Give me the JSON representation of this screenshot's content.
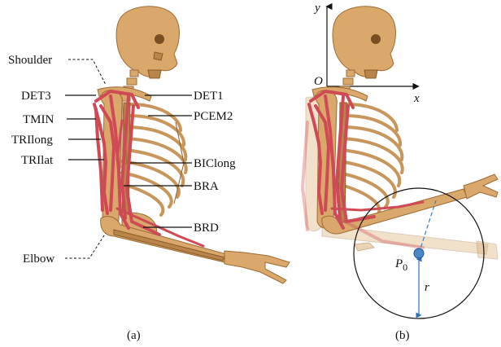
{
  "panel_a": {
    "caption": "(a)",
    "labels": {
      "shoulder": "Shoulder",
      "det3": "DET3",
      "tmin": "TMIN",
      "trilong": "TRIlong",
      "trilat": "TRIlat",
      "elbow": "Elbow",
      "det1": "DET1",
      "pcem2": "PCEM2",
      "biclong": "BIClong",
      "bra": "BRA",
      "brd": "BRD"
    }
  },
  "panel_b": {
    "caption": "(b)",
    "axis_y": "y",
    "axis_x": "x",
    "origin": "O",
    "point_base": "P",
    "point_sub": "0",
    "radius": "r"
  },
  "colors": {
    "bone": "#d9a86a",
    "muscle": "#cf4a55",
    "point": "#4a86c8"
  }
}
